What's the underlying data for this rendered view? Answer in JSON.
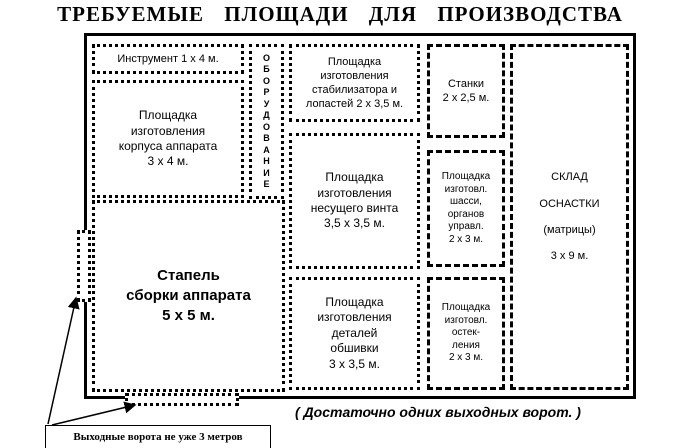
{
  "title": "ТРЕБУЕМЫЕ ПЛОЩАДИ ДЛЯ ПРОИЗВОДСТВА",
  "zones": {
    "instrument": "Инструмент   1 х 4  м.",
    "equipment": [
      "О",
      "Б",
      "О",
      "Р",
      "У",
      "Д",
      "О",
      "В",
      "А",
      "Н",
      "И",
      "Е"
    ],
    "body": [
      "Площадка",
      "изготовления",
      "корпуса аппарата",
      "3 х 4 м."
    ],
    "stabilizer": [
      "Площадка",
      "изготовления",
      "стабилизатора и",
      "лопастей 2 х 3,5 м."
    ],
    "machines": [
      "Станки",
      "2 х 2,5 м."
    ],
    "warehouse": [
      "СКЛАД",
      "ОСНАСТКИ",
      "(матрицы)",
      "3 х 9 м."
    ],
    "rotor": [
      "Площадка",
      "изготовления",
      "несущего винта",
      "3,5 х 3,5 м."
    ],
    "chassis": [
      "Площадка",
      "изготовл.",
      "шасси,",
      "органов",
      "управл.",
      "2 х 3 м."
    ],
    "stapel": [
      "Стапель",
      "сборки аппарата",
      "5 х 5 м."
    ],
    "skin": [
      "Площадка",
      "изготовления",
      "деталей",
      "обшивки",
      "3 х 3,5 м."
    ],
    "glazing": [
      "Площадка",
      "изготовл.",
      "остек-",
      "ления",
      "2 х 3 м."
    ]
  },
  "gates_note": "( Достаточно одних выходных ворот. )",
  "gate_label": "Выходные ворота не уже 3 метров"
}
